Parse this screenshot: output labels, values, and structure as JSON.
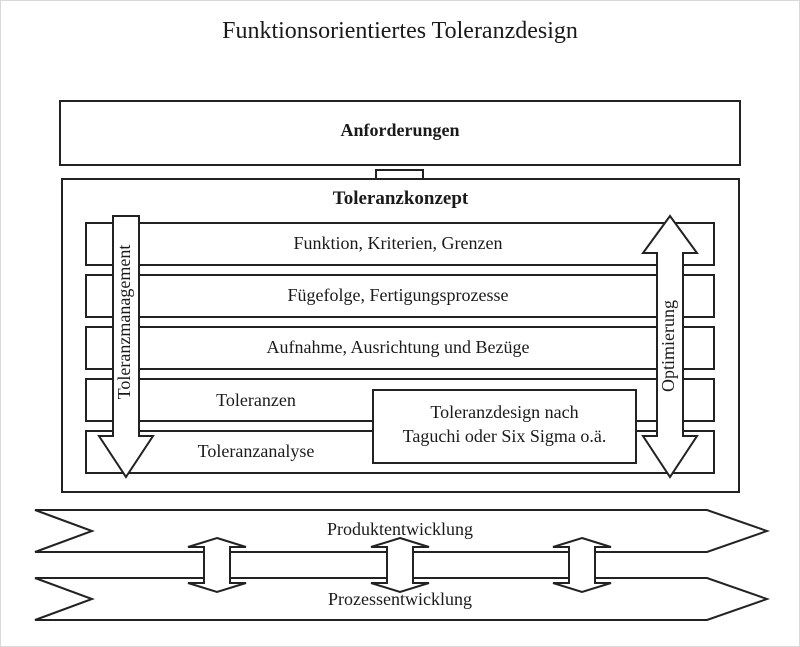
{
  "title": "Funktionsorientiertes Toleranzdesign",
  "requirements_box": {
    "label": "Anforderungen"
  },
  "concept_box": {
    "label": "Toleranzkonzept",
    "rows": [
      {
        "label": "Funktion, Kriterien, Grenzen"
      },
      {
        "label": "Fügefolge, Fertigungsprozesse"
      },
      {
        "label": "Aufnahme, Ausrichtung und Bezüge"
      },
      {
        "label": "Toleranzen"
      },
      {
        "label": "Toleranzanalyse"
      }
    ],
    "left_arrow_label": "Toleranzmanagement",
    "right_arrow_label": "Optimierung",
    "method_box": {
      "line1": "Toleranzdesign nach",
      "line2": "Taguchi oder Six Sigma o.ä."
    }
  },
  "development_streams": {
    "top_label": "Produktentwicklung",
    "bottom_label": "Prozessentwicklung",
    "connector_count": 3
  }
}
